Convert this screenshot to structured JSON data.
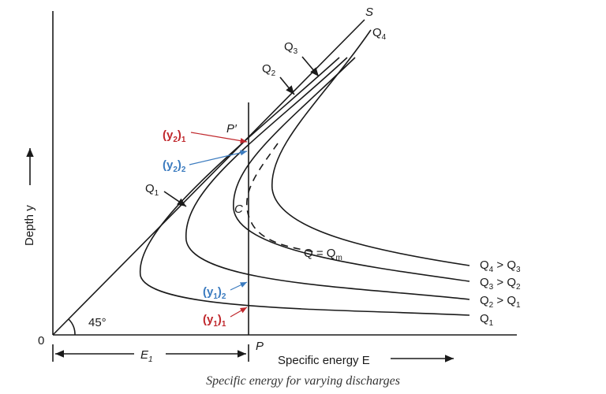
{
  "axes": {
    "origin_label": "0",
    "y_label": "Depth y",
    "x_label": "Specific energy E",
    "angle_label": "45°"
  },
  "points": {
    "S": "S",
    "P": "P",
    "P_prime": "P′",
    "C": "C",
    "E1": "E",
    "E1_sub": "1"
  },
  "curves": {
    "Q1": "Q1",
    "Q2": "Q2",
    "Q3": "Q3",
    "Q4": "Q4",
    "Qm": "Q = Q",
    "Qm_sub": "m"
  },
  "right_labels": [
    "Q4 > Q3",
    "Q3 > Q2",
    "Q2 > Q1",
    "Q1"
  ],
  "depths": {
    "y2_1": "(y2)1",
    "y2_2": "(y2)2",
    "y1_2": "(y1)2",
    "y1_1": "(y1)1"
  },
  "colors": {
    "red": "#c0282d",
    "blue": "#3b7bbf"
  },
  "caption": "Specific energy for varying discharges"
}
